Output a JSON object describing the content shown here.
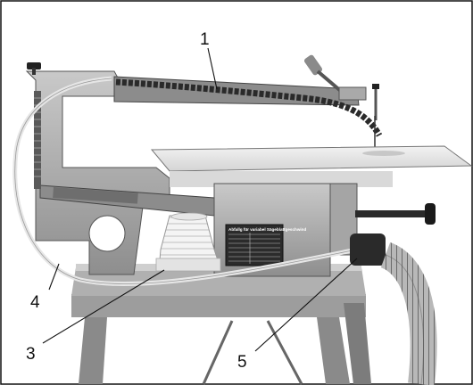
{
  "callouts": [
    {
      "id": "1",
      "label": "1"
    },
    {
      "id": "3",
      "label": "3"
    },
    {
      "id": "4",
      "label": "4"
    },
    {
      "id": "5",
      "label": "5"
    }
  ],
  "nameplate": {
    "title": "Abfallg für  variabel  Sägeblattgeschwind",
    "rows": [
      "",
      "",
      "",
      "",
      "",
      ""
    ]
  }
}
